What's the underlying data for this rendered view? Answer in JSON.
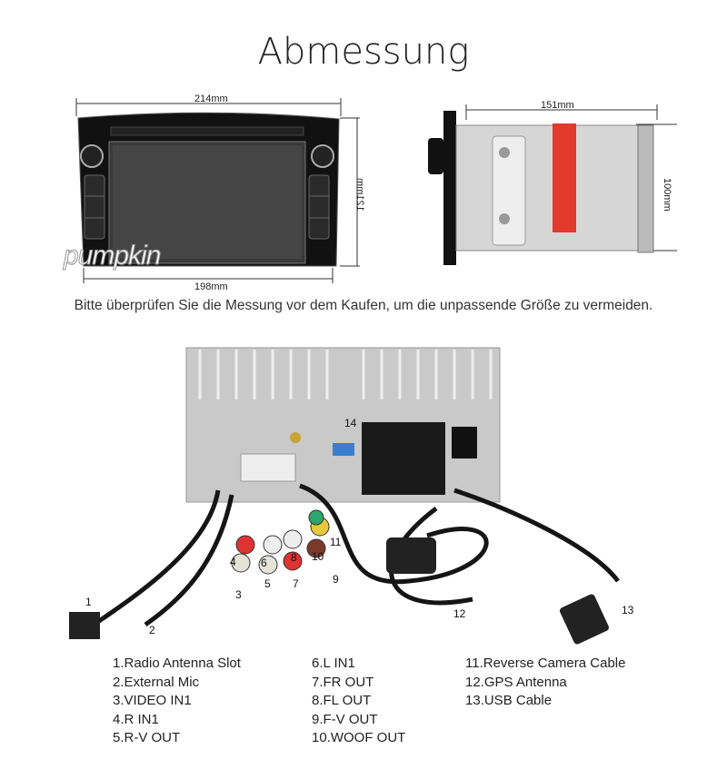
{
  "title": "Abmessung",
  "dimensions": {
    "front_width_top": "214mm",
    "front_width_bottom": "198mm",
    "front_height": "121mm",
    "side_depth": "151mm",
    "side_height": "100mm"
  },
  "brand": "pumpkin",
  "note": "Bitte überprüfen Sie die Messung vor dem Kaufen, um die unpassende Größe zu vermeiden.",
  "callouts": [
    "1",
    "2",
    "3",
    "4",
    "5",
    "6",
    "7",
    "8",
    "9",
    "10",
    "11",
    "12",
    "13",
    "14"
  ],
  "legend": {
    "col1": [
      "1.Radio Antenna Slot",
      "2.External Mic",
      "3.VIDEO IN1",
      "4.R IN1",
      "5.R-V OUT"
    ],
    "col2": [
      "6.L IN1",
      "7.FR OUT",
      "8.FL OUT",
      "9.F-V OUT",
      "10.WOOF OUT"
    ],
    "col3": [
      "11.Reverse Camera Cable",
      "12.GPS Antenna",
      "13.USB Cable"
    ]
  }
}
